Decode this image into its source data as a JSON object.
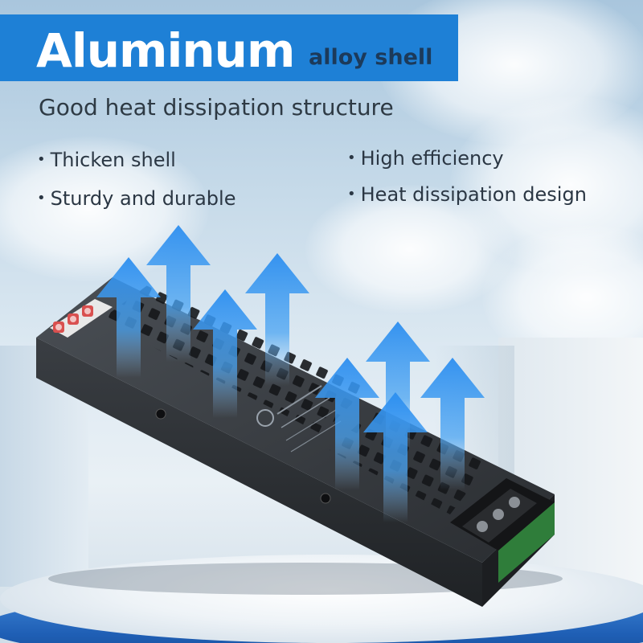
{
  "title": {
    "main": "Aluminum",
    "sub": "alloy shell"
  },
  "subtitle": "Good heat dissipation structure",
  "features_left": [
    "Thicken shell",
    "Sturdy and durable"
  ],
  "features_right": [
    "High efficiency",
    "Heat dissipation design"
  ],
  "bullet_glyph": "•",
  "colors": {
    "banner": "#1e80d6",
    "arrow": "#2f8fe8",
    "shell": "#2d3034"
  }
}
